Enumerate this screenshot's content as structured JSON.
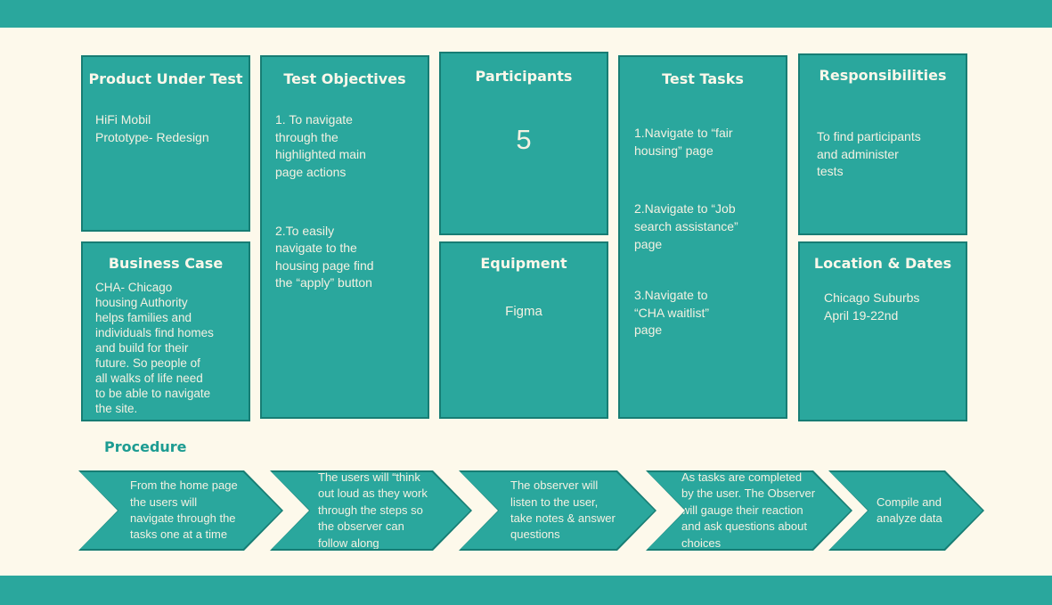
{
  "colors": {
    "teal": "#2AA79D",
    "teal_dark_border": "#177D74",
    "background_cream": "#FDF9EB",
    "text_cream": "#F4F1E2",
    "heading_teal": "#1D9C92"
  },
  "boxes": {
    "product_under_test": {
      "title": "Product Under Test",
      "body": "HiFi Mobil\nPrototype- Redesign"
    },
    "business_case": {
      "title": "Business Case",
      "body": "CHA- Chicago\nhousing Authority\nhelps families and\nindividuals find homes\nand build for their\nfuture. So people of\nall walks of life need\nto be able to navigate\nthe site."
    },
    "test_objectives": {
      "title": "Test Objectives",
      "items": [
        "1. To navigate\nthrough the\nhighlighted main\npage actions",
        "2.To easily\nnavigate to the\nhousing page find\nthe “apply” button"
      ]
    },
    "participants": {
      "title": "Participants",
      "body": "5"
    },
    "equipment": {
      "title": "Equipment",
      "body": "Figma"
    },
    "test_tasks": {
      "title": "Test Tasks",
      "items": [
        "1.Navigate to “fair\nhousing” page",
        "2.Navigate to “Job\nsearch assistance”\npage",
        "3.Navigate to\n“CHA waitlist”\npage"
      ]
    },
    "responsibilities": {
      "title": "Responsibilities",
      "body": "To find participants\nand administer\ntests"
    },
    "location_dates": {
      "title": "Location & Dates",
      "body": "Chicago Suburbs\nApril 19-22nd"
    }
  },
  "procedure": {
    "heading": "Procedure",
    "steps": [
      "From the home page\nthe users will\nnavigate through the\ntasks one at a time",
      "The users will “think\nout loud as they work\nthrough the steps so\nthe observer can\nfollow along",
      "The observer will\nlisten to the user,\ntake notes & answer\nquestions",
      "As tasks are completed\nby the user. The Observer\nwill gauge their reaction\nand ask questions about\nchoices",
      "Compile and\nanalyze data"
    ]
  }
}
